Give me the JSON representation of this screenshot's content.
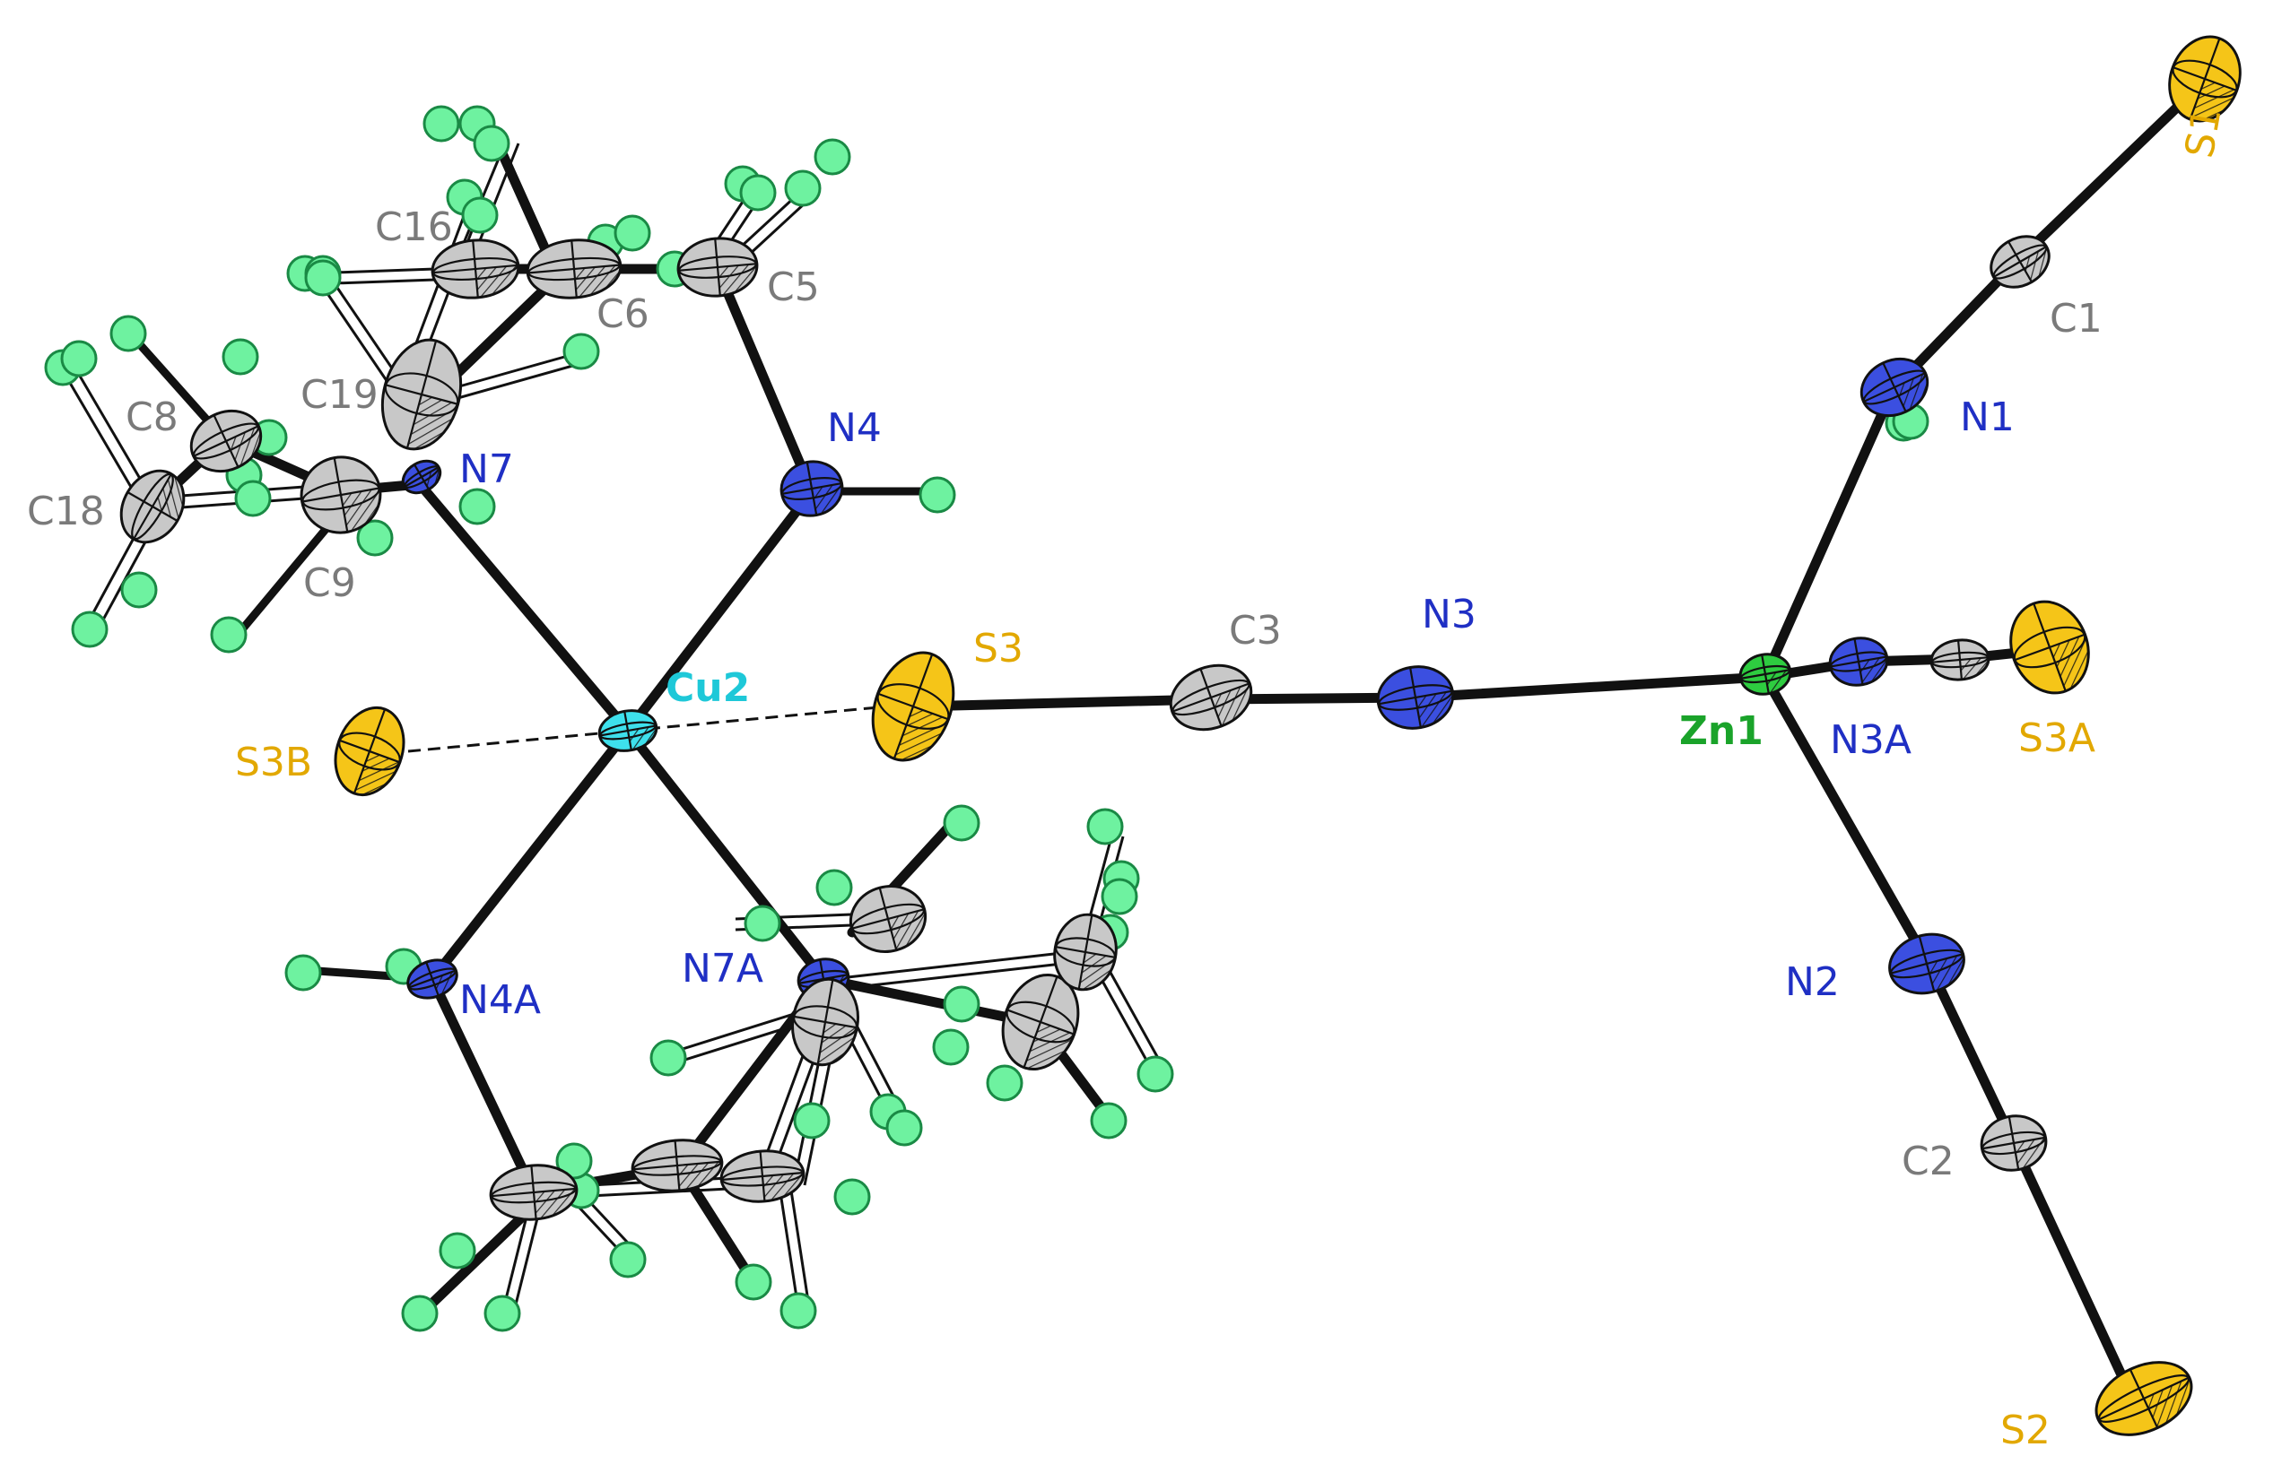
{
  "colors": {
    "carbon": "#c8c8c8",
    "carbon_label": "#7a7a7a",
    "nitrogen": "#3b4fe0",
    "nitrogen_label": "#1f2fc4",
    "sulfur": "#f5c518",
    "sulfur_label": "#e2a800",
    "zinc": "#2ecc40",
    "zinc_label": "#1aa32a",
    "copper": "#3ee0ec",
    "copper_label": "#1ec8d8",
    "hydrogen": "#6ef2a0"
  },
  "labels": {
    "s1": "S1",
    "c1": "C1",
    "n1": "N1",
    "zn1": "Zn1",
    "n3a": "N3A",
    "s3a": "S3A",
    "n2": "N2",
    "c2": "C2",
    "s2": "S2",
    "n3": "N3",
    "c3": "C3",
    "s3": "S3",
    "cu2": "Cu2",
    "s3b": "S3B",
    "n4": "N4",
    "n7": "N7",
    "n4a": "N4A",
    "n7a": "N7A",
    "c5": "C5",
    "c6": "C6",
    "c16": "C16",
    "c19": "C19",
    "c8": "C8",
    "c9": "C9",
    "c18": "C18"
  }
}
